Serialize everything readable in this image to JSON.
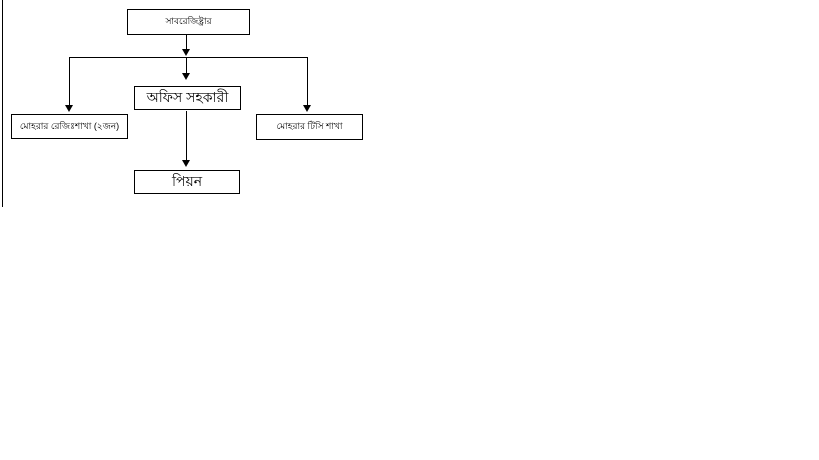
{
  "diagram": {
    "type": "org-chart",
    "language": "Bengali",
    "nodes": [
      {
        "id": "sub-registrar",
        "label": "সাবরেজিষ্ট্রার"
      },
      {
        "id": "office-assistant",
        "label": "অফিস সহকারী"
      },
      {
        "id": "mohrar-regi-branch",
        "label": "মোহরার রেজিঃশাখা (২জন)"
      },
      {
        "id": "mohrar-tc-branch",
        "label": "মোহরার টিসি শাখা"
      },
      {
        "id": "peon",
        "label": "পিয়ন"
      }
    ],
    "edges": [
      {
        "from": "sub-registrar",
        "to": "mohrar-regi-branch"
      },
      {
        "from": "sub-registrar",
        "to": "office-assistant"
      },
      {
        "from": "sub-registrar",
        "to": "mohrar-tc-branch"
      },
      {
        "from": "office-assistant",
        "to": "peon"
      }
    ],
    "colors": {
      "background": "#ffffff",
      "box_border": "#000000",
      "connector_line": "#000000",
      "text": "#000000"
    }
  }
}
